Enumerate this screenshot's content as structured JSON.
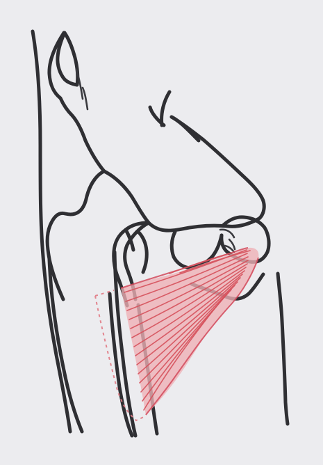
{
  "colors": {
    "background": "#ececef",
    "bone_line": "#2f2f33",
    "muscle": "#d6525d",
    "muscle_fill": "#eeb0b5",
    "dashed_outline": "#e17a84"
  },
  "image": {
    "kind": "anatomical line drawing",
    "contents": [
      "bone-outline",
      "muscle-fan",
      "dashed-insertion-area"
    ]
  }
}
